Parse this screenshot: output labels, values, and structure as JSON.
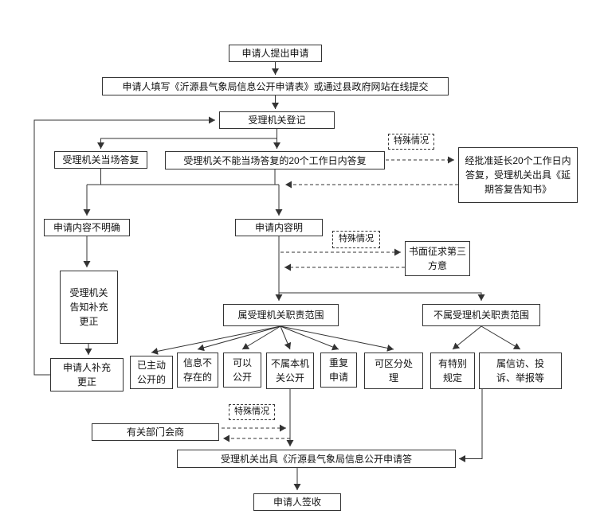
{
  "nodes": {
    "submit": "申请人提出申请",
    "fill_form": "申请人填写《沂源县气象局信息公开申请表》或通过县政府网站在线提交",
    "register": "受理机关登记",
    "onsite_reply": "受理机关当场答复",
    "reply_within_20": "受理机关不能当场答复的20个工作日内答复",
    "special_case": "特殊情况",
    "extend_reply": "经批准延长20个工作日内答复，受理机关出具《延期答复告知书》",
    "content_unclear": "申请内容不明确",
    "content_clear": "申请内容明",
    "third_party": "书面征求第三方意",
    "notify_supplement": "受理机关告知补充更正",
    "in_scope": "属受理机关职责范围",
    "out_of_scope": "不属受理机关职责范围",
    "applicant_supplement": "申请人补充更正",
    "already_disclosed": "已主动公开的",
    "info_not_exist": "信息不存在的",
    "can_disclose": "可以公开",
    "not_this_authority": "不属本机关公开",
    "repeat_application": "重复申请",
    "separable_handling": "可区分处理",
    "special_provisions": "有特别规定",
    "petition_complaint": "属信访、投诉、举报等",
    "dept_consultation": "有关部门会商",
    "issue_reply": "受理机关出具《沂源县气象局信息公开申请答",
    "sign_receipt": "申请人签收"
  },
  "colors": {
    "line": "#333333",
    "border": "#333333",
    "background": "#ffffff",
    "text": "#111111"
  }
}
